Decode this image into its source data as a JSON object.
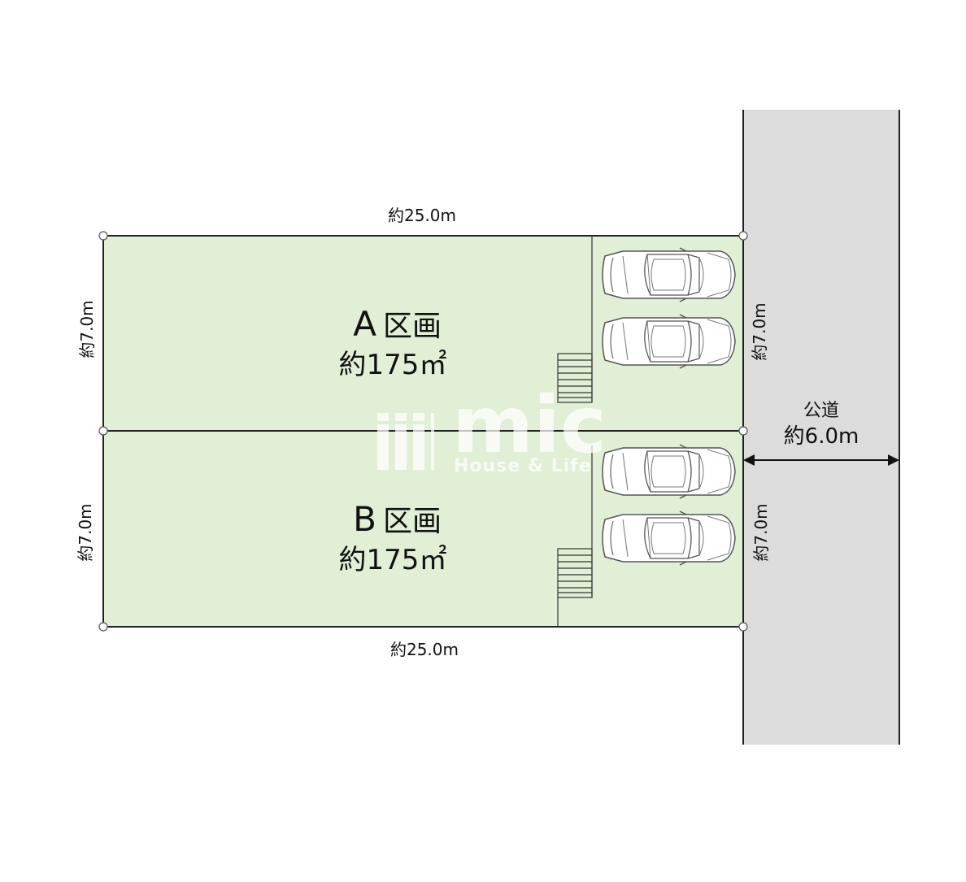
{
  "plan": {
    "top_width": "約25.0m",
    "bottom_width": "約25.0m",
    "lot_a": {
      "letter": "A",
      "name": "区画",
      "area": "約175㎡",
      "left_depth": "約7.0m",
      "right_depth": "約7.0m"
    },
    "lot_b": {
      "letter": "B",
      "name": "区画",
      "area": "約175㎡",
      "left_depth": "約7.0m",
      "right_depth": "約7.0m"
    },
    "road": {
      "label": "公道",
      "width": "約6.0m"
    }
  },
  "watermark": {
    "brand": "mic",
    "tagline": "House & Life"
  },
  "colors": {
    "lot_fill": "#e0efd6",
    "road_fill": "#dcdcdc",
    "line": "#222222"
  }
}
